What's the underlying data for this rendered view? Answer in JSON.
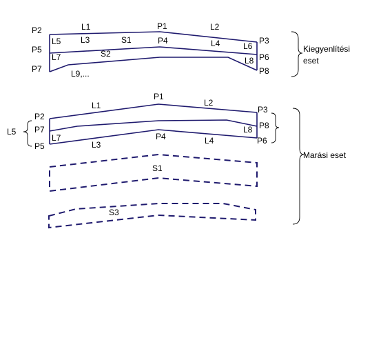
{
  "colors": {
    "line": "#1f1a6e",
    "text": "#000000",
    "brace": "#000000"
  },
  "top": {
    "labels": {
      "p2": "P2",
      "p1": "P1",
      "p3": "P3",
      "p5": "P5",
      "p4": "P4",
      "p6": "P6",
      "p7": "P7",
      "p8": "P8",
      "l1": "L1",
      "l2": "L2",
      "l3": "L3",
      "l4": "L4",
      "l5": "L5",
      "l6": "L6",
      "l7": "L7",
      "l8": "L8",
      "s1": "S1",
      "s2": "S2",
      "l9": "L9,..."
    },
    "caption_line1": "Kiegyenlítési",
    "caption_line2": "eset"
  },
  "bottom": {
    "labels": {
      "p1": "P1",
      "p2": "P2",
      "p3": "P3",
      "p7": "P7",
      "p8": "P8",
      "p5": "P5",
      "p4": "P4",
      "p6": "P6",
      "l1": "L1",
      "l2": "L2",
      "l3": "L3",
      "l4": "L4",
      "l5": "L5",
      "l7": "L7",
      "l8": "L8",
      "s1": "S1",
      "s3": "S3"
    },
    "caption": "Marási eset"
  }
}
